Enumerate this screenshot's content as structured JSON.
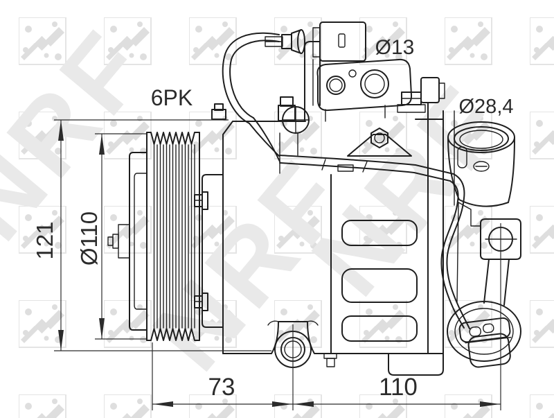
{
  "diagram": {
    "type": "technical-line-drawing",
    "subject": "ac-compressor-side-view",
    "watermark": "NRF",
    "annotations": {
      "belt_type": "6PK",
      "top_port_diameter": "Ø13",
      "side_port_diameter": "Ø28,4",
      "overall_height": "121",
      "pulley_diameter": "Ø110",
      "front_mount_spacing": "73",
      "rear_mount_spacing": "110"
    },
    "colors": {
      "line": "#1e1e1e",
      "dimension": "#2b2b2b",
      "background": "#ffffff",
      "watermark": "#e7e7e7"
    }
  }
}
